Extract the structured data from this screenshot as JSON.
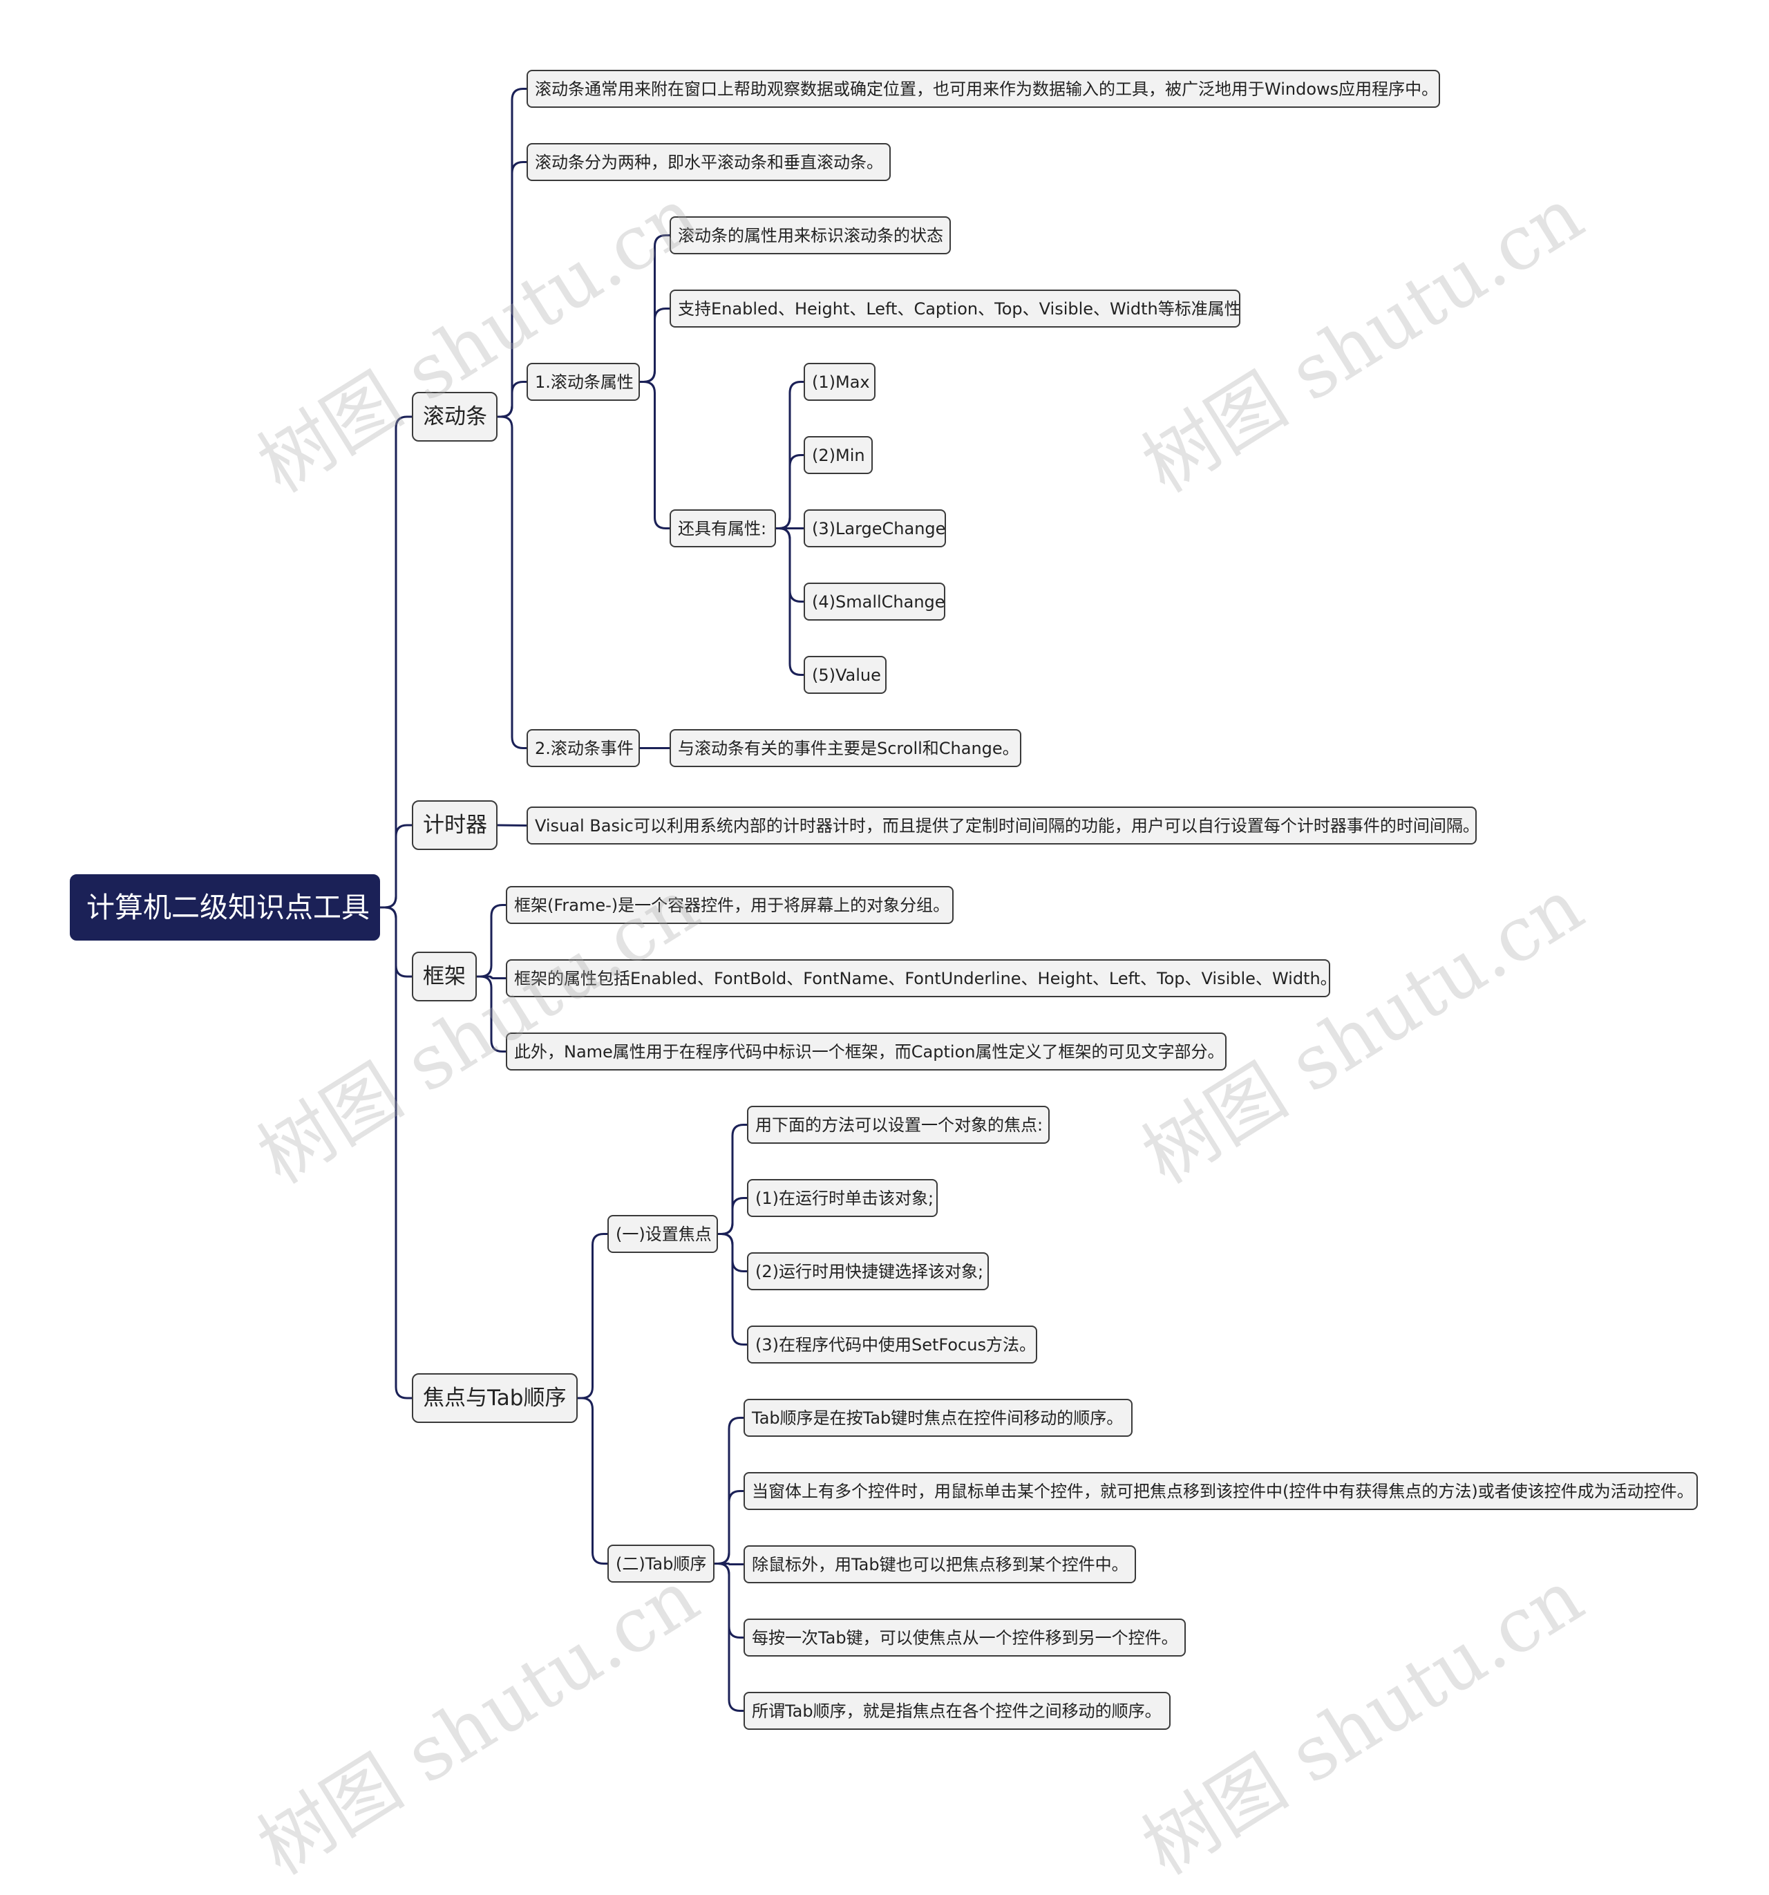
{
  "diagram": {
    "root": {
      "label": "计算机二级知识点工具",
      "children": [
        {
          "label": "滚动条",
          "children": [
            {
              "label": "滚动条通常用来附在窗口上帮助观察数据或确定位置，也可用来作为数据输入的工具，被广泛地用于Windows应用程序中。"
            },
            {
              "label": "滚动条分为两种，即水平滚动条和垂直滚动条。"
            },
            {
              "label": "1.滚动条属性",
              "children": [
                {
                  "label": "滚动条的属性用来标识滚动条的状态"
                },
                {
                  "label": "支持Enabled、Height、Left、Caption、Top、Visible、Width等标准属性"
                },
                {
                  "label": "还具有属性:",
                  "children": [
                    {
                      "label": "(1)Max"
                    },
                    {
                      "label": "(2)Min"
                    },
                    {
                      "label": "(3)LargeChange"
                    },
                    {
                      "label": "(4)SmallChange"
                    },
                    {
                      "label": "(5)Value"
                    }
                  ]
                }
              ]
            },
            {
              "label": "2.滚动条事件",
              "children": [
                {
                  "label": "与滚动条有关的事件主要是Scroll和Change。"
                }
              ]
            }
          ]
        },
        {
          "label": "计时器",
          "children": [
            {
              "label": "Visual Basic可以利用系统内部的计时器计时，而且提供了定制时间间隔的功能，用户可以自行设置每个计时器事件的时间间隔。"
            }
          ]
        },
        {
          "label": "框架",
          "children": [
            {
              "label": "框架(Frame-)是一个容器控件，用于将屏幕上的对象分组。"
            },
            {
              "label": "框架的属性包括Enabled、FontBold、FontName、FontUnderline、Height、Left、Top、Visible、Width。"
            },
            {
              "label": "此外，Name属性用于在程序代码中标识一个框架，而Caption属性定义了框架的可见文字部分。"
            }
          ]
        },
        {
          "label": "焦点与Tab顺序",
          "children": [
            {
              "label": "(一)设置焦点",
              "children": [
                {
                  "label": "用下面的方法可以设置一个对象的焦点:"
                },
                {
                  "label": "(1)在运行时单击该对象;"
                },
                {
                  "label": "(2)运行时用快捷键选择该对象;"
                },
                {
                  "label": "(3)在程序代码中使用SetFocus方法。"
                }
              ]
            },
            {
              "label": "(二)Tab顺序",
              "children": [
                {
                  "label": "Tab顺序是在按Tab键时焦点在控件间移动的顺序。"
                },
                {
                  "label": "当窗体上有多个控件时，用鼠标单击某个控件，就可把焦点移到该控件中(控件中有获得焦点的方法)或者使该控件成为活动控件。"
                },
                {
                  "label": "除鼠标外，用Tab键也可以把焦点移到某个控件中。"
                },
                {
                  "label": "每按一次Tab键，可以使焦点从一个控件移到另一个控件。"
                },
                {
                  "label": "所谓Tab顺序，就是指焦点在各个控件之间移动的顺序。"
                }
              ]
            }
          ]
        }
      ]
    }
  },
  "watermark": "树图 shutu.cn",
  "colors": {
    "root_bg": "#1b2157",
    "connector": "#1b2157",
    "node_bg": "#f2f2f2",
    "node_border": "#3a3a3a"
  }
}
